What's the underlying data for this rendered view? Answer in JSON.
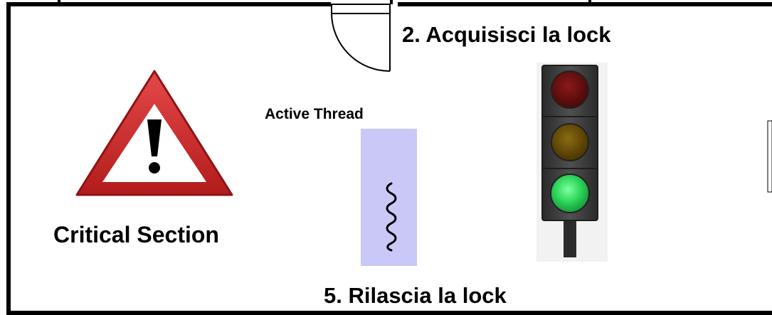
{
  "labels": {
    "acquire_lock": "2. Acquisisci la lock",
    "release_lock": "5. Rilascia la lock",
    "active_thread": "Active Thread",
    "critical_section": "Critical Section"
  },
  "icons": {
    "warning": "warning-triangle-icon",
    "traffic_light": "traffic-light-icon",
    "door": "door-icon",
    "thread": "thread-wave-icon"
  },
  "colors": {
    "wall": "#000000",
    "warning_red": "#d42a2a",
    "thread_box": "#c9c8f6",
    "light_red_off": "#5c0f0f",
    "light_yellow_off": "#5c4506",
    "light_green_on": "#2ed65a",
    "traffic_housing": "#3a3a3a"
  },
  "traffic_light_state": "green"
}
